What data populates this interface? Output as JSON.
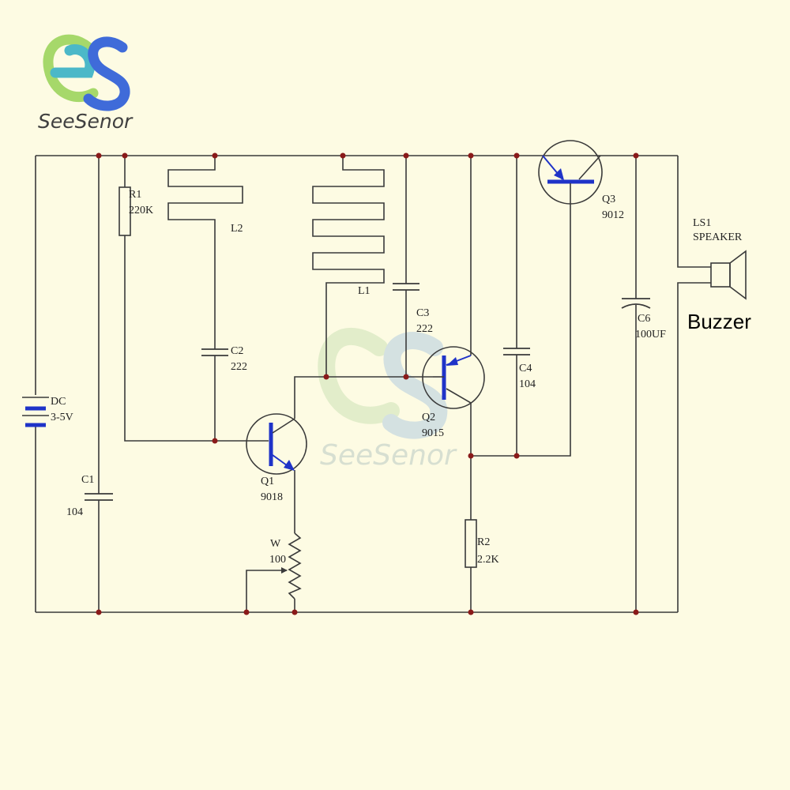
{
  "brand": {
    "name": "SeeSenor",
    "watermark": "SeeSenor"
  },
  "colors": {
    "background": "#fdfbe3",
    "wire": "#3a3a3a",
    "transistor_mark": "#1f33c8",
    "logo_green": "#a6d86a",
    "logo_teal": "#4bb8c8",
    "logo_blue": "#3f6bd9"
  },
  "buzzer_label": "Buzzer",
  "components": {
    "dc": {
      "name": "DC",
      "value": "3-5V"
    },
    "c1": {
      "name": "C1",
      "value": "104"
    },
    "r1": {
      "name": "R1",
      "value": "220K"
    },
    "l2": {
      "name": "L2"
    },
    "c2": {
      "name": "C2",
      "value": "222"
    },
    "l1": {
      "name": "L1"
    },
    "c3": {
      "name": "C3",
      "value": "222"
    },
    "q1": {
      "name": "Q1",
      "value": "9018"
    },
    "w": {
      "name": "W",
      "value": "100"
    },
    "q2": {
      "name": "Q2",
      "value": "9015"
    },
    "c4": {
      "name": "C4",
      "value": "104"
    },
    "r2": {
      "name": "R2",
      "value": "2.2K"
    },
    "q3": {
      "name": "Q3",
      "value": "9012"
    },
    "c6": {
      "name": "C6",
      "value": "100UF"
    },
    "ls1": {
      "name": "LS1",
      "value": "SPEAKER"
    }
  }
}
